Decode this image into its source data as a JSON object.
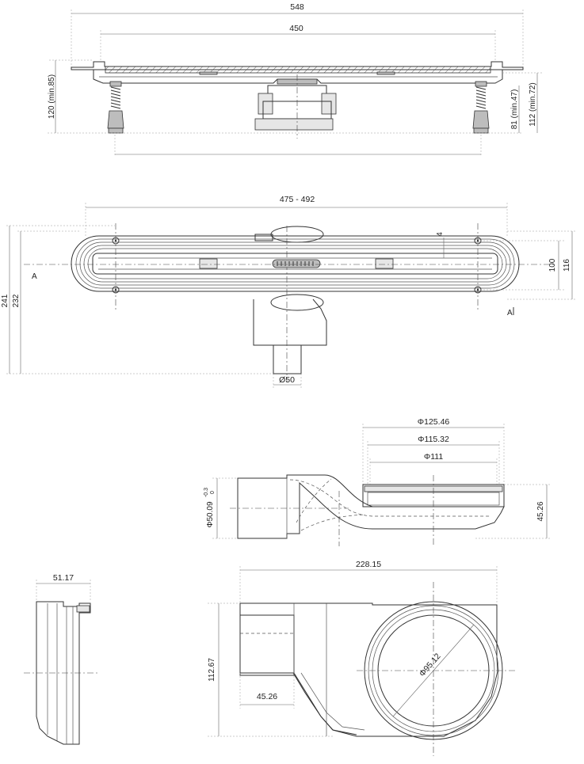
{
  "top_view": {
    "dim_overall_width": "548",
    "dim_channel_width": "450",
    "dim_total_height": "120 (min.85)",
    "dim_foot_height": "81 (min.47)",
    "dim_body_height": "112 (min.72)"
  },
  "plan_view": {
    "dim_length": "475 - 492",
    "dim_outer_height": "241",
    "dim_inner_height": "232",
    "dim_flange": "116",
    "dim_grate": "100",
    "dim_slot": "4",
    "section_mark_left": "A",
    "section_mark_right": "A",
    "dim_outlet": "Ø50"
  },
  "trap_side_view": {
    "dim_d1": "Φ125.46",
    "dim_d2": "Φ115.32",
    "dim_d3": "Φ111",
    "dim_outlet_diameter": "Φ50.09",
    "tolerance_upper": "-0.3",
    "tolerance_lower": "0",
    "dim_height": "45.26"
  },
  "trap_end_view": {
    "dim_width": "51.17"
  },
  "trap_plan_view": {
    "dim_length": "228.15",
    "dim_height": "112.67",
    "dim_pipe_length": "45.26",
    "dim_circle_diameter": "Φ95.12"
  }
}
